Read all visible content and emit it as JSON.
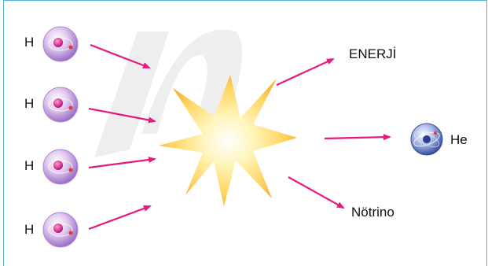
{
  "labels": {
    "h1": "H",
    "h2": "H",
    "h3": "H",
    "h4": "H",
    "energy": "ENERJİ",
    "helium": "He",
    "neutrino": "Nötrino"
  },
  "colors": {
    "arrow": "#e6197f",
    "border": "#4fb3d9",
    "star_core": "#fff7c2",
    "star_edge": "#f7b531",
    "atom": "#c9a3e0",
    "nucleus": "#e02d8f",
    "helium_atom": "#4b63b5",
    "watermark": "#d9d9d9"
  },
  "icons": {
    "hydrogen": "hydrogen-atom-icon",
    "helium": "helium-atom-icon",
    "fusion": "starburst-icon"
  }
}
